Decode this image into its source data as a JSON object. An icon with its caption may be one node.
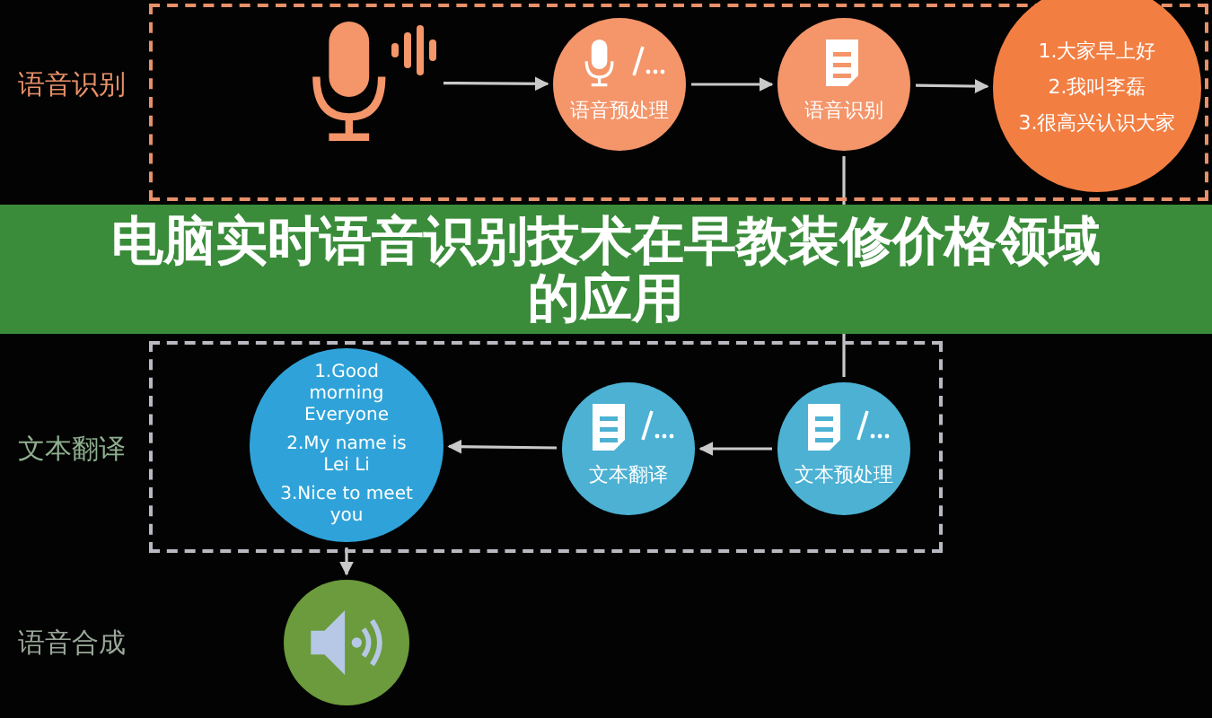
{
  "diagram": {
    "title": "电脑实时语音识别技术在早教装修价格领域的应用",
    "nodes": [
      {
        "text": [
          "语音识别"
        ]
      },
      {
        "text": [],
        "shape": "picture",
        "in": 0
      },
      {
        "text": [
          "语音预处理"
        ],
        "in": 0
      },
      {
        "text": [
          "语音识别"
        ],
        "in": 0
      },
      {
        "text": [
          "1.大家早上好",
          "2.我叫李磊",
          "3.很高兴认识大家"
        ],
        "in": 0
      },
      {
        "text": [
          "文本翻译"
        ]
      },
      {
        "text": [
          "1.Good morning Everyone",
          "2.My name is Lei Li",
          "3.Nice to meet you"
        ],
        "in": 5
      },
      {
        "text": [
          "文本翻译"
        ],
        "in": 5
      },
      {
        "text": [
          "文本预处理"
        ],
        "in": 5
      },
      {
        "text": [],
        "shape": "circle"
      }
    ],
    "edges": [
      {
        "from": 1,
        "to": 2,
        "arrow": "to"
      },
      {
        "from": 2,
        "to": 3,
        "arrow": "to"
      },
      {
        "from": 3,
        "to": 4,
        "arrow": "to"
      },
      {
        "from": 3,
        "to": 8,
        "arrow": "none"
      },
      {
        "from": 8,
        "to": 7,
        "arrow": "to"
      },
      {
        "from": 7,
        "to": 6,
        "arrow": "to"
      },
      {
        "from": 6,
        "to": 9,
        "arrow": "to"
      }
    ],
    "labels": [
      "语音合成"
    ]
  }
}
